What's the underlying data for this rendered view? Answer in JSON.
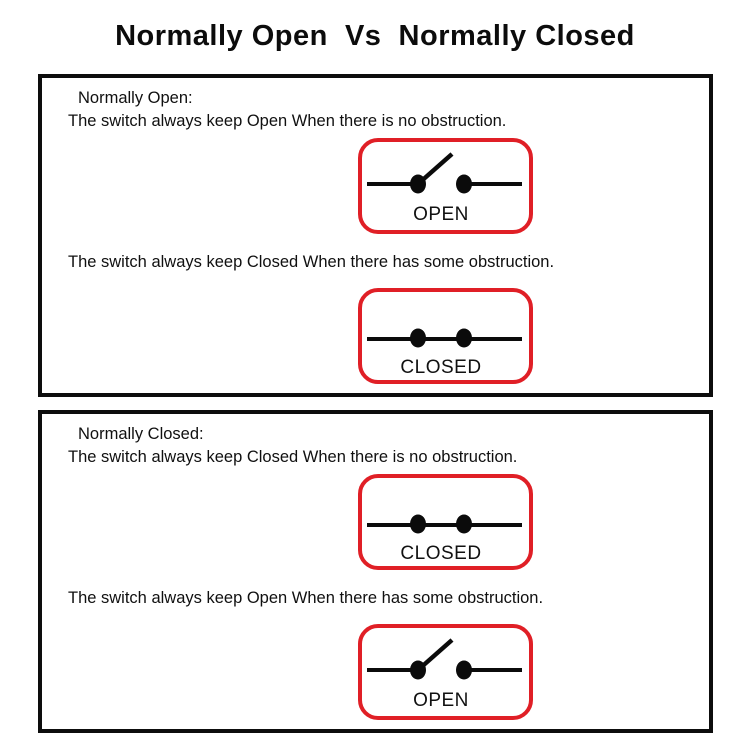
{
  "title": "Normally Open  Vs  Normally Closed",
  "colors": {
    "accent_red": "#e01f26",
    "line_black": "#0b0b0b",
    "background": "#ffffff"
  },
  "sections": [
    {
      "heading": "Normally Open:",
      "items": [
        {
          "text": "The switch always keep Open When there is no obstruction.",
          "switch_state": "open",
          "switch_label": "OPEN"
        },
        {
          "text": "The switch always keep Closed When there has some obstruction.",
          "switch_state": "closed",
          "switch_label": "CLOSED"
        }
      ]
    },
    {
      "heading": "Normally Closed:",
      "items": [
        {
          "text": "The switch always keep Closed When there is no obstruction.",
          "switch_state": "closed",
          "switch_label": "CLOSED"
        },
        {
          "text": "The switch always keep Open When there has some obstruction.",
          "switch_state": "open",
          "switch_label": "OPEN"
        }
      ]
    }
  ]
}
